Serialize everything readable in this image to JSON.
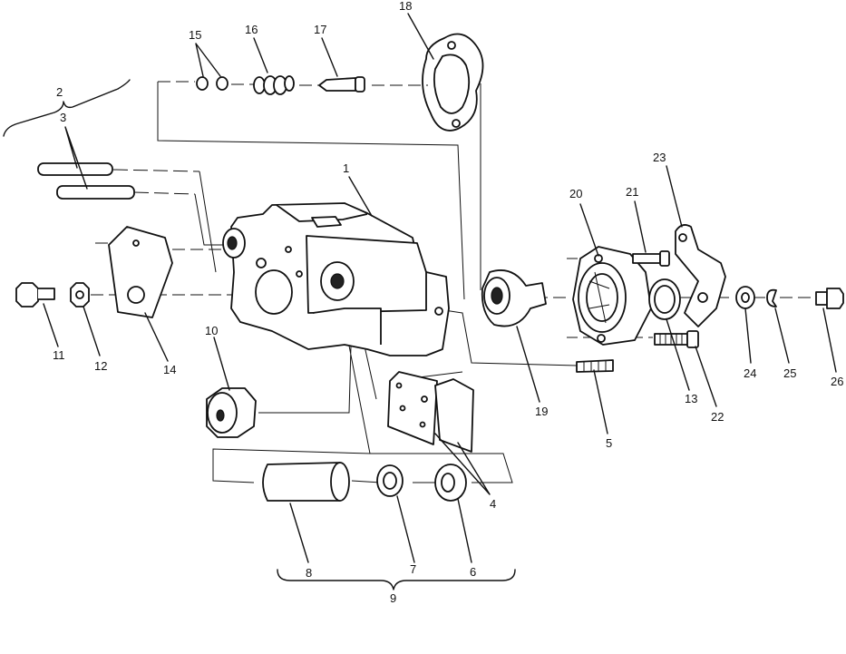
{
  "callouts": {
    "n1": "1",
    "n2": "2",
    "n3": "3",
    "n4": "4",
    "n5": "5",
    "n6": "6",
    "n7": "7",
    "n8": "8",
    "n9": "9",
    "n10": "10",
    "n11": "11",
    "n12": "12",
    "n13": "13",
    "n14": "14",
    "n15": "15",
    "n16": "16",
    "n17": "17",
    "n18": "18",
    "n19": "19",
    "n20": "20",
    "n21": "21",
    "n22": "22",
    "n23": "23",
    "n24": "24",
    "n25": "25",
    "n26": "26"
  }
}
